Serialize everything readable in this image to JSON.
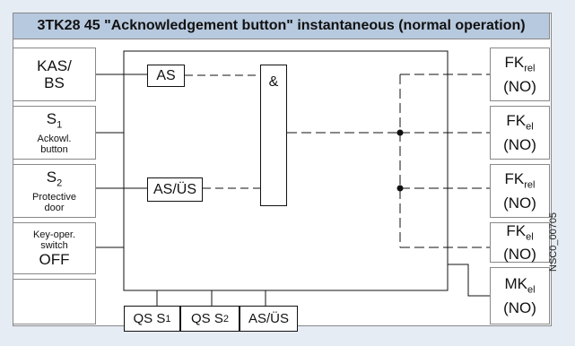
{
  "title": "3TK28 45 \"Acknowledgement button\" instantaneous (normal operation)",
  "inputs": [
    {
      "line1": "KAS/",
      "line2": "BS"
    },
    {
      "main": "S",
      "sub": "1",
      "desc1": "Ackowl.",
      "desc2": "button"
    },
    {
      "main": "S",
      "sub": "2",
      "desc1": "Protective",
      "desc2": "door"
    },
    {
      "desc1": "Key-oper.",
      "desc2": "switch",
      "main": "OFF"
    }
  ],
  "outputs": [
    {
      "main": "FK",
      "sub": "rel",
      "contact": "(NO)"
    },
    {
      "main": "FK",
      "sub": "el",
      "contact": "(NO)"
    },
    {
      "main": "FK",
      "sub": "rel",
      "contact": "(NO)"
    },
    {
      "main": "FK",
      "sub": "el",
      "contact": "(NO)"
    },
    {
      "main": "MK",
      "sub": "el",
      "contact": "(NO)"
    }
  ],
  "logic": {
    "as_label": "AS",
    "asus_label": "AS/ÜS",
    "and_label": "&"
  },
  "qs_boxes": [
    {
      "main": "QS S",
      "sub": "1"
    },
    {
      "main": "QS S",
      "sub": "2"
    },
    {
      "main": "AS/ÜS",
      "sub": ""
    }
  ],
  "figure_code": "NSC0_00705"
}
